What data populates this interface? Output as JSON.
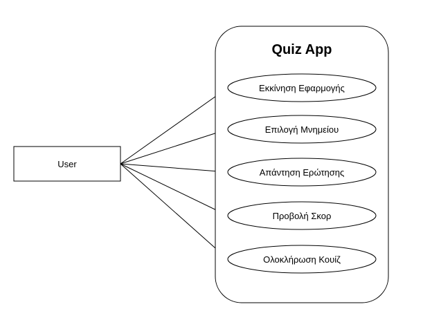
{
  "actor": {
    "label": "User"
  },
  "system": {
    "title": "Quiz App"
  },
  "use_cases": [
    {
      "label": "Εκκίνηση Εφαρμογής"
    },
    {
      "label": "Επιλογή Μνημείου"
    },
    {
      "label": "Απάντηση Ερώτησης"
    },
    {
      "label": "Προβολή Σκορ"
    },
    {
      "label": "Ολοκλήρωση Κουίζ"
    }
  ],
  "colors": {
    "stroke": "#000000",
    "fill": "#ffffff",
    "text": "#000000"
  }
}
